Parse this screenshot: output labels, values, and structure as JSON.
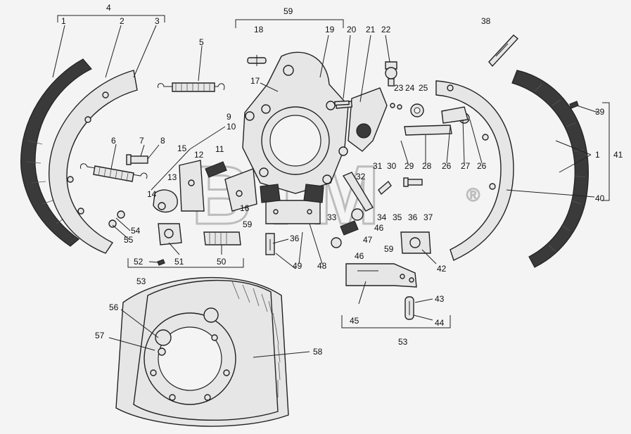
{
  "diagram": {
    "watermark": "BTM",
    "registered_mark": "®",
    "callouts": [
      "1",
      "2",
      "3",
      "4",
      "5",
      "6",
      "7",
      "8",
      "9",
      "10",
      "11",
      "12",
      "13",
      "14",
      "15",
      "16",
      "17",
      "18",
      "19",
      "20",
      "21",
      "22",
      "23",
      "24",
      "25",
      "26",
      "27",
      "28",
      "29",
      "30",
      "31",
      "32",
      "33",
      "34",
      "35",
      "36",
      "37",
      "38",
      "39",
      "40",
      "41",
      "42",
      "43",
      "44",
      "45",
      "46",
      "47",
      "48",
      "49",
      "50",
      "51",
      "52",
      "53",
      "54",
      "55",
      "56",
      "57",
      "58",
      "59"
    ],
    "labels": [
      {
        "text": "4"
      },
      {
        "text": "1"
      },
      {
        "text": "2"
      },
      {
        "text": "3"
      },
      {
        "text": "5"
      },
      {
        "text": "6"
      },
      {
        "text": "7"
      },
      {
        "text": "8"
      },
      {
        "text": "9"
      },
      {
        "text": "10"
      },
      {
        "text": "11"
      },
      {
        "text": "12"
      },
      {
        "text": "13"
      },
      {
        "text": "14"
      },
      {
        "text": "15"
      },
      {
        "text": "16"
      },
      {
        "text": "59"
      },
      {
        "text": "18"
      },
      {
        "text": "17"
      },
      {
        "text": "19"
      },
      {
        "text": "20"
      },
      {
        "text": "21"
      },
      {
        "text": "22"
      },
      {
        "text": "23"
      },
      {
        "text": "24"
      },
      {
        "text": "25"
      },
      {
        "text": "38"
      },
      {
        "text": "39"
      },
      {
        "text": "1"
      },
      {
        "text": "41"
      },
      {
        "text": "40"
      },
      {
        "text": "26"
      },
      {
        "text": "27"
      },
      {
        "text": "26"
      },
      {
        "text": "28"
      },
      {
        "text": "29"
      },
      {
        "text": "30"
      },
      {
        "text": "31"
      },
      {
        "text": "32"
      },
      {
        "text": "33"
      },
      {
        "text": "34"
      },
      {
        "text": "35"
      },
      {
        "text": "36"
      },
      {
        "text": "37"
      },
      {
        "text": "46"
      },
      {
        "text": "47"
      },
      {
        "text": "46"
      },
      {
        "text": "59"
      },
      {
        "text": "59"
      },
      {
        "text": "42"
      },
      {
        "text": "36"
      },
      {
        "text": "49"
      },
      {
        "text": "48"
      },
      {
        "text": "50"
      },
      {
        "text": "51"
      },
      {
        "text": "52"
      },
      {
        "text": "53"
      },
      {
        "text": "54"
      },
      {
        "text": "55"
      },
      {
        "text": "45"
      },
      {
        "text": "43"
      },
      {
        "text": "44"
      },
      {
        "text": "53"
      },
      {
        "text": "56"
      },
      {
        "text": "57"
      },
      {
        "text": "58"
      }
    ]
  }
}
